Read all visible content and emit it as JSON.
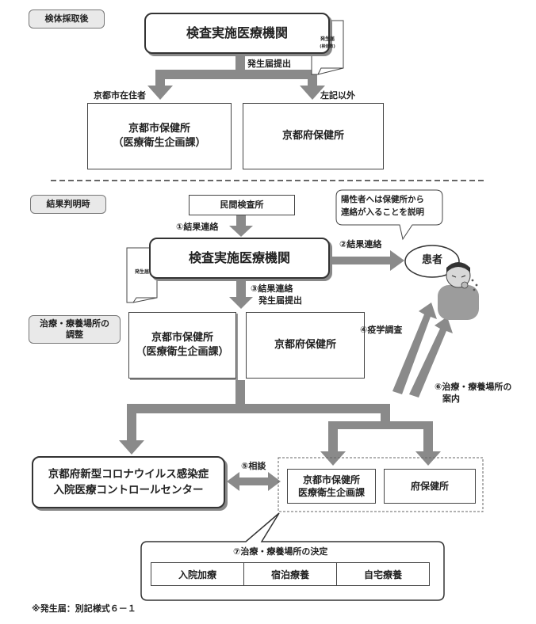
{
  "sections": {
    "sample": "検体採取後",
    "result": "結果判明時"
  },
  "top": {
    "institution": "検査実施医療機関",
    "doc_title": "発生届",
    "doc_sub": "(検体数)",
    "submit": "発生届提出",
    "branch_kyoto_city": "京都市在住者",
    "branch_other": "左記以外",
    "city_office_l1": "京都市保健所",
    "city_office_l2": "（医療衛生企画課）",
    "pref_office": "京都府保健所"
  },
  "bottom": {
    "private_lab": "民間検査所",
    "step1": "①結果連絡",
    "institution": "検査実施医療機関",
    "doc_title": "発生届",
    "step2": "②結果連絡",
    "patient": "患者",
    "callout_l1": "陽性者へは保健所から",
    "callout_l2": "連絡が入ることを説明",
    "step3_l1": "③結果連絡",
    "step3_l2": "発生届提出",
    "coord_l1": "治療・療養場所の",
    "coord_l2": "調整",
    "city_office_l1": "京都市保健所",
    "city_office_l2": "（医療衛生企画課）",
    "pref_office": "京都府保健所",
    "step4": "④疫学調査",
    "step6_l1": "⑥治療・療養場所の",
    "step6_l2": "案内",
    "center_l1": "京都府新型コロナウイルス感染症",
    "center_l2": "入院医療コントロールセンター",
    "step5": "⑤相談",
    "sub_city_l1": "京都市保健所",
    "sub_city_l2": "医療衛生企画課",
    "sub_pref": "府保健所",
    "step7": "⑦治療・療養場所の決定",
    "options": [
      "入院加療",
      "宿泊療養",
      "自宅療養"
    ]
  },
  "footnote": "※発生届：別記様式６－１"
}
